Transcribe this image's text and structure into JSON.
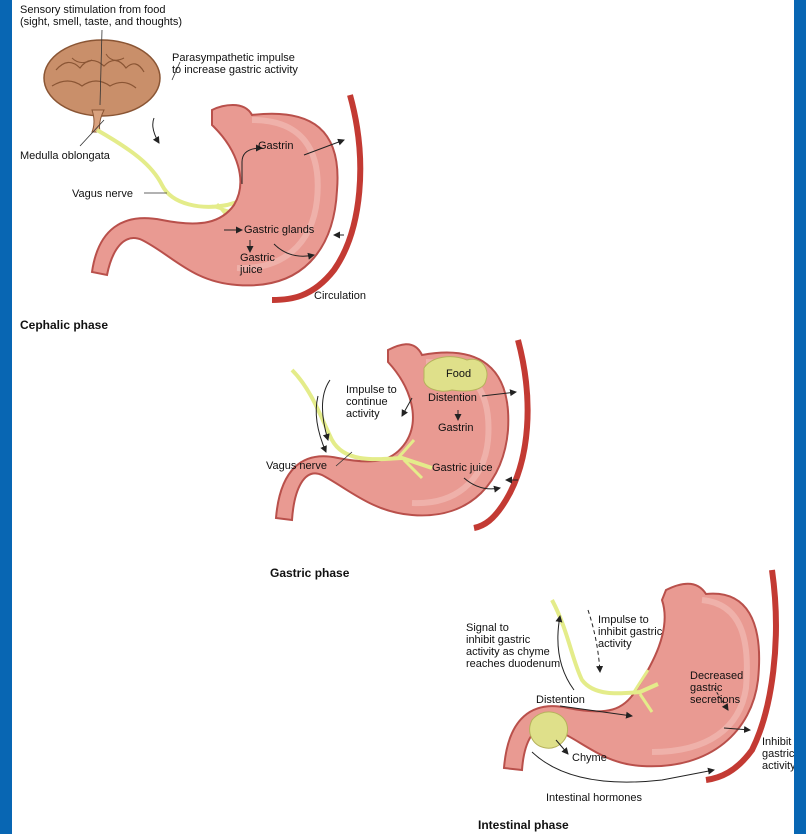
{
  "colors": {
    "frame": "#0866b3",
    "stomach_fill": "#e99a92",
    "stomach_edge": "#b9504b",
    "nerve": "#e4ec8a",
    "blood": "#c33a33",
    "food": "#dfe08a"
  },
  "cephalic": {
    "sensory": "Sensory stimulation from food\n(sight, smell, taste, and thoughts)",
    "parasympathetic": "Parasympathetic impulse\nto increase gastric activity",
    "medulla": "Medulla oblongata",
    "vagus": "Vagus nerve",
    "gastrin": "Gastrin",
    "glands": "Gastric glands",
    "juice": "Gastric\njuice",
    "circulation": "Circulation",
    "title": "Cephalic phase"
  },
  "gastric": {
    "impulse": "Impulse to\ncontinue\nactivity",
    "vagus": "Vagus nerve",
    "food": "Food",
    "distention": "Distention",
    "gastrin": "Gastrin",
    "juice": "Gastric juice",
    "title": "Gastric phase"
  },
  "intestinal": {
    "signal": "Signal to\ninhibit gastric\nactivity as chyme\nreaches duodenum",
    "impulse": "Impulse to\ninhibit gastric\nactivity",
    "decreased": "Decreased\ngastric\nsecretions",
    "distention": "Distention",
    "chyme": "Chyme",
    "inhibit": "Inhibit\ngastric\nactivity",
    "hormones": "Intestinal hormones",
    "title": "Intestinal phase"
  }
}
